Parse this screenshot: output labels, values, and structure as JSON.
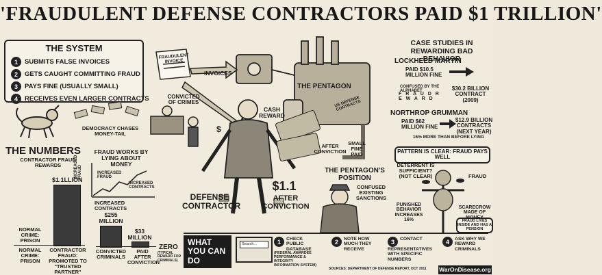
{
  "title": "'FRAUDULENT DEFENSE CONTRACTORS PAID $1 TRILLION'",
  "system": {
    "heading": "THE SYSTEM",
    "steps": [
      {
        "n": "1",
        "text": "SUBMITS FALSE INVOICES"
      },
      {
        "n": "2",
        "text": "GETS CAUGHT COMMITTING FRAUD"
      },
      {
        "n": "3",
        "text": "PAYS FINE (USUALLY SMALL)"
      },
      {
        "n": "4",
        "text": "RECEIVES EVEN LARGER CONTRACTS"
      }
    ],
    "democracy": "DEMOCRACY CHASES MONEY-TAIL"
  },
  "center": {
    "invoice": "FRAUDULENT INVOICE",
    "invoices": "INVOICES",
    "convicted": "CONVICTED OF CRIMES",
    "pentagon": "THE PENTAGON",
    "us_defense": "US DEFENSE CONTRACTS",
    "cash_reward": "CASH REWARD",
    "after_conviction_small": "AFTER CONVICTION",
    "small_fine": "SMALL FINE PAID",
    "defense_contractor": "DEFENSE CONTRACTOR",
    "big_money": "$1.1",
    "big_money_sub": "AFTER CONVICTION",
    "money_symbol": "$"
  },
  "numbers": {
    "heading": "THE NUMBERS",
    "sub": "CONTRACTOR FRAUD REWARDS",
    "bar_value": "$1.1LLION",
    "normal_crime_top": "NORMAL CRIME: PRISON",
    "normal_crime": "NORMAL CRIME: PRISON",
    "contractor_fraud": "CONTRACTOR FRAUD: PROMOTED TO \"TRUSTED PARTNER\""
  },
  "lying": {
    "heading": "FRAUD WORKS BY LYING ABOUT MONEY",
    "axis": "INCREASED FRAUD",
    "increased_fraud": "INCREASED FRAUD",
    "increased_contracts": "INCREASED CONTRACTS",
    "bottom": "INCREASED CONTRACTS"
  },
  "convicted_chart": {
    "v1": "$255 MILLION",
    "l1": "CONVICTED CRIMINALS",
    "v2": "$33 MILLION",
    "l2": "PAID AFTER CONVICTION",
    "zero": "ZERO",
    "zero_sub": "(TYPICAL REWARD FOR CRIMINALS)"
  },
  "position": {
    "heading": "THE PENTAGON'S POSITION",
    "text": "CONFUSED EXISTING SANCTIONS"
  },
  "cases": {
    "heading": "CASE STUDIES IN REWARDING BAD BEHAVIOR",
    "lm": "LOCKHEED MARTIN",
    "lm_fine": "PAID $10.5 MILLION FINE",
    "lm_contract": "$30.2 BILLION CONTRACT (2009)",
    "confused": "CONFUSED BY THE ALPHABET",
    "letters": "F R A U D R E W A R D",
    "ng": "NORTHROP GRUMMAN",
    "ng_fine": "PAID $62 MILLION FINE",
    "ng_contract": "$12.9 BILLION CONTRACTS (NEXT YEAR)",
    "ng_more": "16% MORE THAN BEFORE LYING",
    "pattern": "PATTERN IS CLEAR: FRAUD PAYS WELL"
  },
  "deterrent": {
    "q": "DETERRENT IS SUFFICIENT? (NOT CLEAR)",
    "fraud": "FRAUD",
    "punished": "PUNISHED BEHAVIOR INCREASES 16%",
    "scarecrow": "SCARECROW MADE OF MONEY",
    "lives": "FRAUD LIVES INSIDE AND HAS A PENSION"
  },
  "actions": {
    "heading": "WHAT YOU CAN DO",
    "search": "Search...",
    "items": [
      {
        "n": "1",
        "text": "CHECK PUBLIC DATABASE",
        "sub": "(FEDERAL AWARDEE PERFORMANCE & INTEGRITY INFORMATION SYSTEM)"
      },
      {
        "n": "2",
        "text": "NOTE HOW MUCH THEY RECEIVE",
        "sub": ""
      },
      {
        "n": "3",
        "text": "CONTACT REPRESENTATIVES WITH SPECIFIC NUMBERS",
        "sub": ""
      },
      {
        "n": "4",
        "text": "ASK WHY WE REWARD CRIMINALS",
        "sub": ""
      }
    ],
    "sources": "SOURCES: DEPARTMENT OF DEFENSE REPORT, OCT 2011",
    "brand": "WarOnDisease.org"
  }
}
